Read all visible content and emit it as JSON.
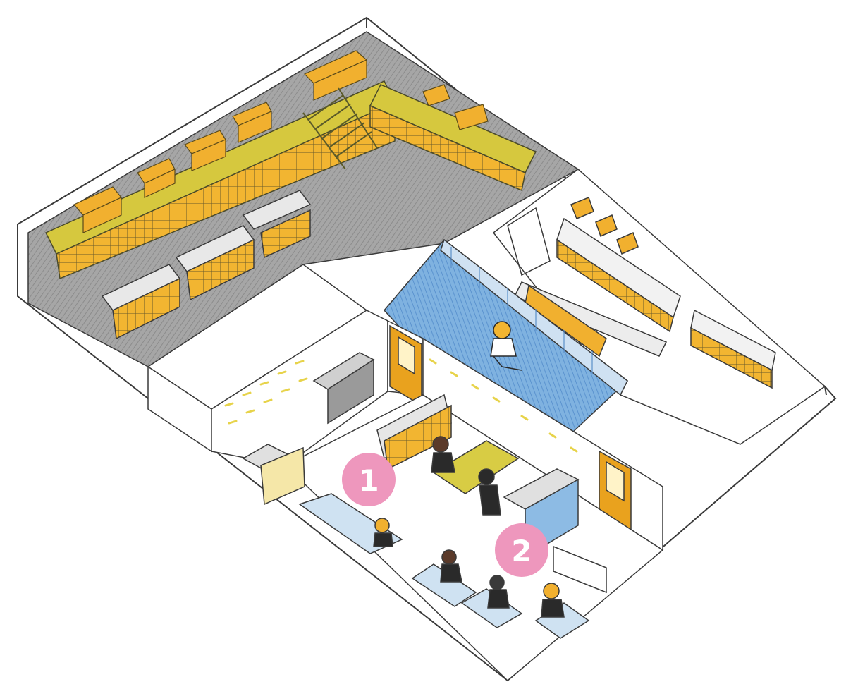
{
  "illustration": {
    "style": "hand-drawn colored pencil isometric floor plan",
    "palette": {
      "line": "#3a3a3a",
      "floor_gray": "#9c9c9c",
      "shelf_yellow": "#d7c43a",
      "box_orange": "#f0b02a",
      "aisle_blue": "#6aa2d8",
      "door_orange": "#e9a21e",
      "marker_pink": "#ee97bd",
      "marker_text": "#ffffff"
    }
  },
  "markers": [
    {
      "label": "1",
      "name": "area-marker-1"
    },
    {
      "label": "2",
      "name": "area-marker-2"
    }
  ]
}
